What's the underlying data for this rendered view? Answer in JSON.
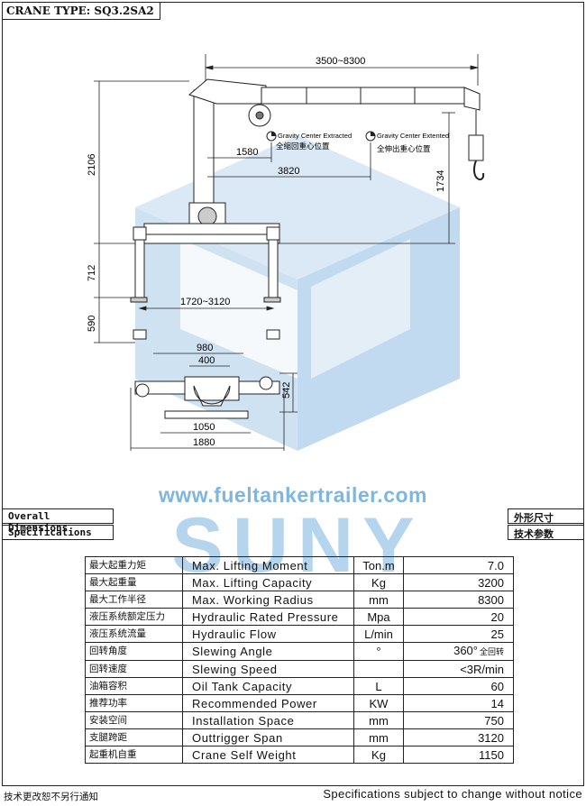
{
  "header": {
    "title": "CRANE TYPE: SQ3.2SA2"
  },
  "drawing": {
    "dims": {
      "radius": "3500~8300",
      "height_total": "2106",
      "height_hook": "1734",
      "gc_retracted_dist": "1580",
      "gc_extended_dist": "3820",
      "leg_712": "712",
      "leg_590": "590",
      "outrigger_span": "1720~3120",
      "top_980": "980",
      "top_400": "400",
      "top_542": "542",
      "top_1050": "1050",
      "top_1880": "1880"
    },
    "notes": {
      "gc_retracted_en": "Gravity Center Extracted",
      "gc_retracted_cn": "全缩回重心位置",
      "gc_extended_en": "Gravity Center Extented",
      "gc_extended_cn": "全伸出重心位置"
    },
    "watermark_color": "#8fbfe6"
  },
  "watermark": {
    "url": "www.fueltankertrailer.com",
    "brand": "SUNY"
  },
  "labels": {
    "overall_en": "Overall Dimensions",
    "specs_en": "Specifications",
    "overall_cn": "外形尺寸",
    "specs_cn": "技术参数"
  },
  "specs": [
    {
      "cn": "最大起重力矩",
      "en": "Max. Lifting Moment",
      "unit": "Ton.m",
      "value": "7.0",
      "note": ""
    },
    {
      "cn": "最大起重量",
      "en": "Max. Lifting Capacity",
      "unit": "Kg",
      "value": "3200",
      "note": ""
    },
    {
      "cn": "最大工作半径",
      "en": "Max. Working Radius",
      "unit": "mm",
      "value": "8300",
      "note": ""
    },
    {
      "cn": "液压系统额定压力",
      "en": "Hydraulic Rated Pressure",
      "unit": "Mpa",
      "value": "20",
      "note": ""
    },
    {
      "cn": "液压系统流量",
      "en": "Hydraulic Flow",
      "unit": "L/min",
      "value": "25",
      "note": ""
    },
    {
      "cn": "回转角度",
      "en": "Slewing Angle",
      "unit": "°",
      "value": "360°",
      "note": "全回转"
    },
    {
      "cn": "回转速度",
      "en": "Slewing Speed",
      "unit": "",
      "value": "<3R/min",
      "note": ""
    },
    {
      "cn": "油箱容积",
      "en": "Oil Tank Capacity",
      "unit": "L",
      "value": "60",
      "note": ""
    },
    {
      "cn": "推荐功率",
      "en": "Recommended Power",
      "unit": "KW",
      "value": "14",
      "note": ""
    },
    {
      "cn": "安装空间",
      "en": "Installation Space",
      "unit": "mm",
      "value": "750",
      "note": ""
    },
    {
      "cn": "支腿跨距",
      "en": "Outtrigger Span",
      "unit": "mm",
      "value": "3120",
      "note": ""
    },
    {
      "cn": "起重机自重",
      "en": "Crane Self Weight",
      "unit": "Kg",
      "value": "1150",
      "note": ""
    }
  ],
  "footer": {
    "cn": "技术更改恕不另行通知",
    "en": "Specifications subject to change without notice"
  }
}
